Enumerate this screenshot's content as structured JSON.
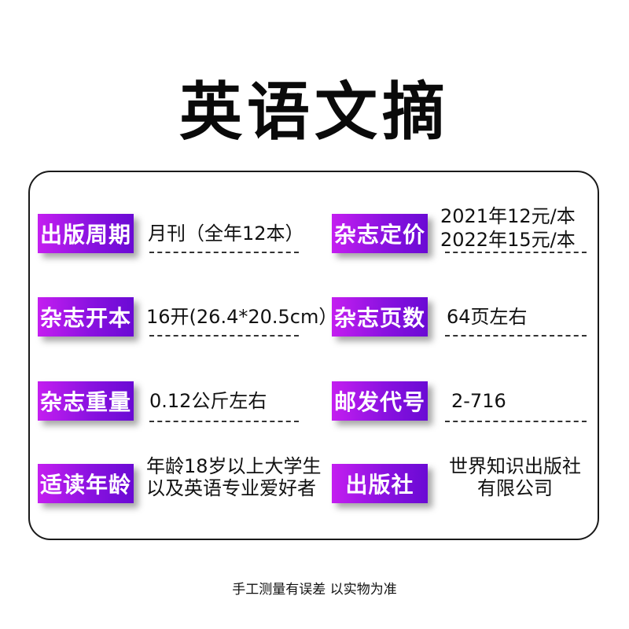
{
  "title": "英语文摘",
  "rows": [
    {
      "left_label": "出版周期",
      "left_value": "月刊（全年12本）",
      "right_label": "杂志定价",
      "right_value": [
        "2021年12元/本",
        "2022年15元/本"
      ]
    },
    {
      "left_label": "杂志开本",
      "left_value": "16开(26.4*20.5cm）",
      "right_label": "杂志页数",
      "right_value": "64页左右"
    },
    {
      "left_label": "杂志重量",
      "left_value": "0.12公斤左右",
      "right_label": "邮发代号",
      "right_value": "2-716"
    },
    {
      "left_label": "适读年龄",
      "left_value": [
        "年龄18岁以上大学生",
        "以及英语专业爱好者"
      ],
      "right_label": "出版社",
      "right_value": [
        "世界知识出版社",
        "有限公司"
      ]
    }
  ],
  "footer": "手工测量有误差  以实物为准",
  "colors": {
    "label_gradient_start": "#c41ef0",
    "label_gradient_end": "#6a0ad4",
    "border": "#1a1a1a"
  }
}
